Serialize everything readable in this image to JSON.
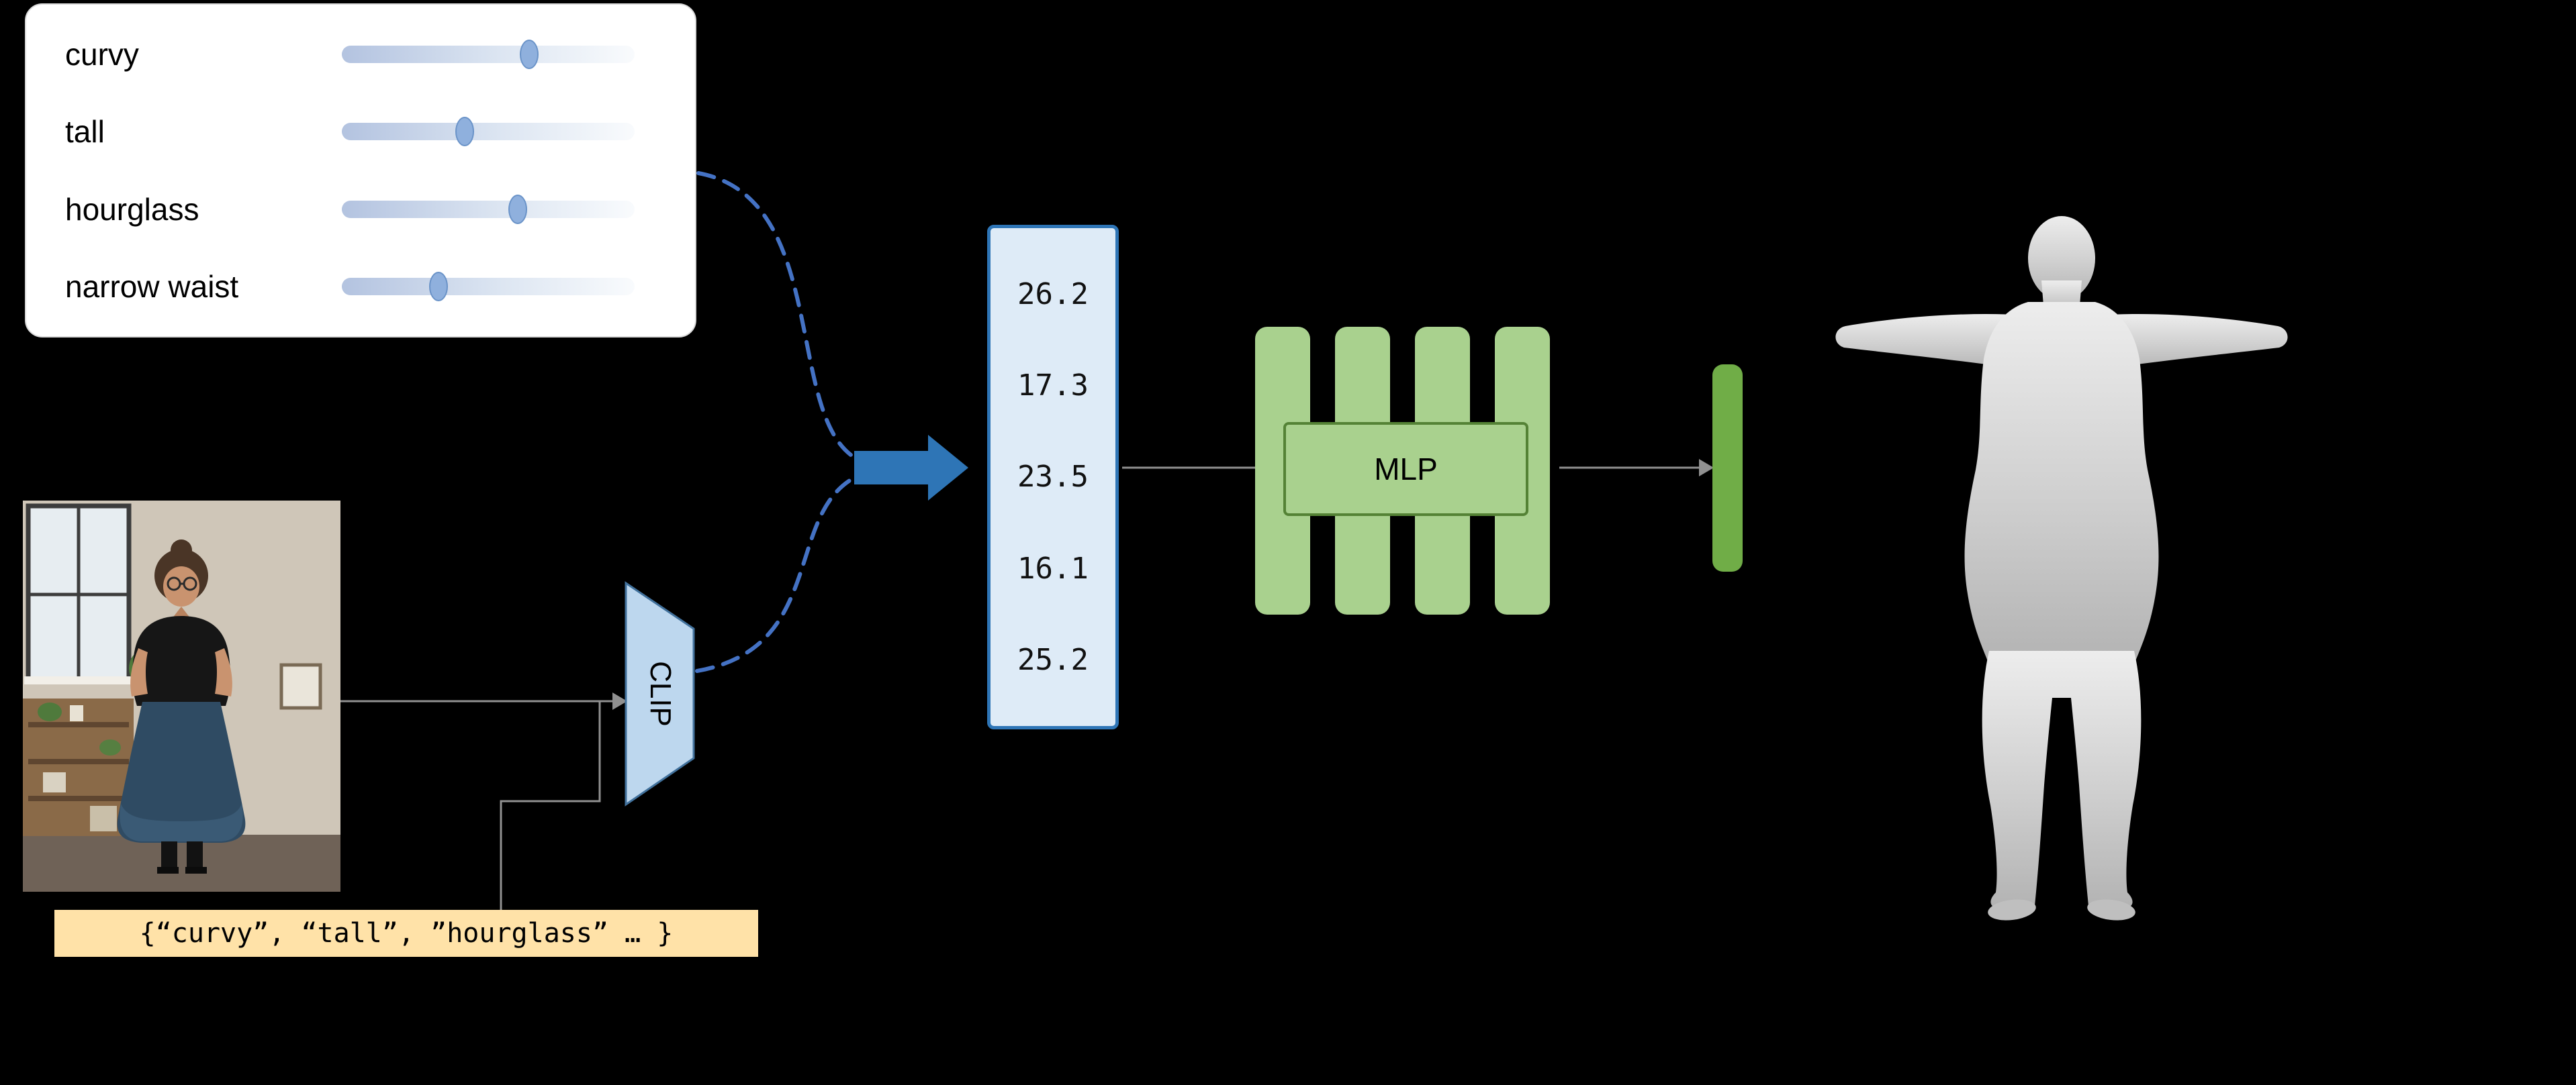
{
  "diagram": {
    "sliders": {
      "items": [
        {
          "label": "curvy",
          "value_pct": 64
        },
        {
          "label": "tall",
          "value_pct": 42
        },
        {
          "label": "hourglass",
          "value_pct": 60
        },
        {
          "label": "narrow waist",
          "value_pct": 33
        }
      ]
    },
    "clip": {
      "label": "CLIP"
    },
    "attribute_set": {
      "text": "{“curvy”, “tall”, ”hourglass” … }"
    },
    "vector": {
      "values": [
        "26.2",
        "17.3",
        "23.5",
        "16.1",
        "25.2"
      ]
    },
    "mlp": {
      "label": "MLP"
    },
    "colors": {
      "dashed_arrow": "#4472C4",
      "block_arrow": "#2E75B6",
      "vector_fill": "#DEEBF7",
      "vector_border": "#2E75B6",
      "bars_fill": "#A9D18E",
      "mlp_border": "#548235",
      "output_bar_fill": "#70AD47",
      "clip_fill": "#BDD7EE",
      "clip_border": "#41719C",
      "set_box_fill": "#FFE2A8",
      "connector": "#909090"
    }
  }
}
